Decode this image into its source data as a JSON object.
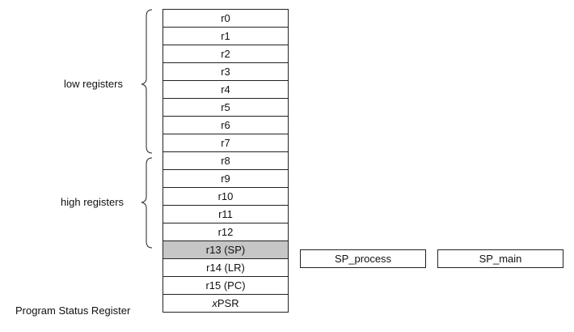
{
  "registers": [
    "r0",
    "r1",
    "r2",
    "r3",
    "r4",
    "r5",
    "r6",
    "r7",
    "r8",
    "r9",
    "r10",
    "r11",
    "r12",
    "r13 (SP)",
    "r14 (LR)",
    "r15 (PC)"
  ],
  "psr": {
    "prefix": "x",
    "name": "PSR"
  },
  "banked": {
    "process": "SP_process",
    "main": "SP_main"
  },
  "labels": {
    "low": "low registers",
    "high": "high registers",
    "psr": "Program Status Register"
  },
  "colors": {
    "shaded": "#c6c6c6",
    "border": "#222222"
  }
}
